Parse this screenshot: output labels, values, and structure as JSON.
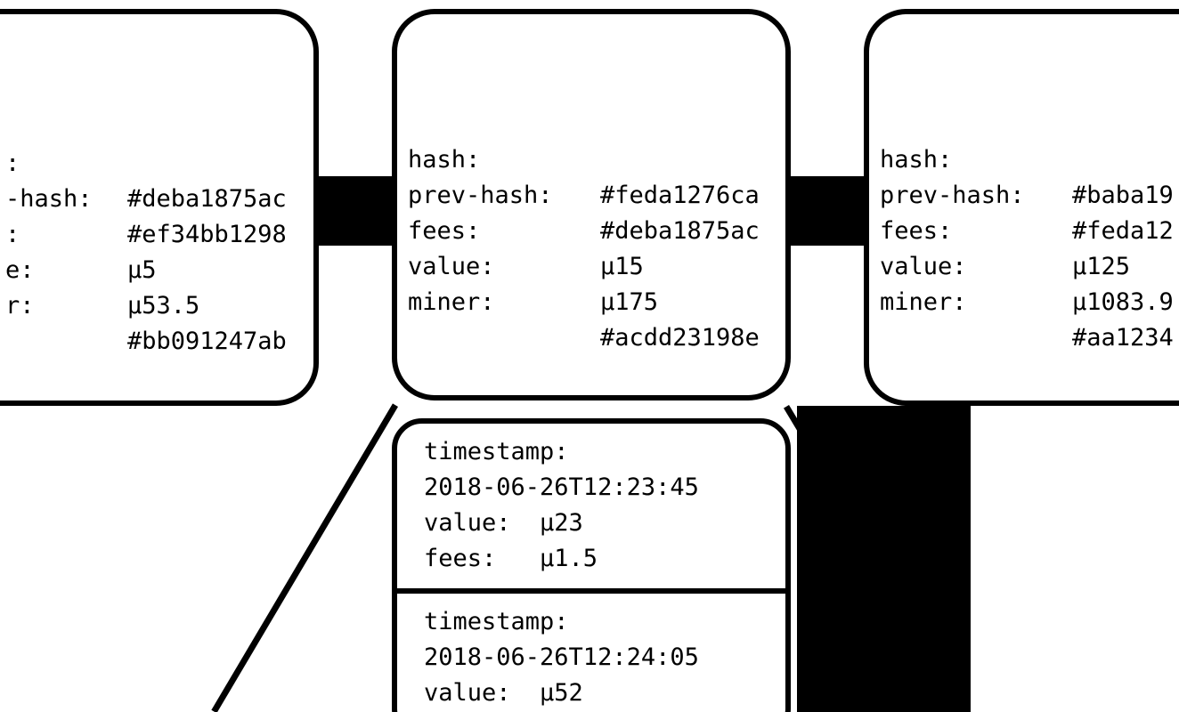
{
  "diagram": {
    "title": "blockchain-block-chain-with-transaction-list",
    "ink_color": "#000000",
    "paper_color": "#ffffff",
    "blocks": [
      {
        "name": "block-left-partial",
        "clipped": "left",
        "rows": [
          {
            "key": ":",
            "value": "#deba1875ac"
          },
          {
            "key": "-hash:",
            "value": "#ef34bb1298"
          },
          {
            "key": ":",
            "value": "µ5"
          },
          {
            "key": "e:",
            "value": "µ53.5"
          },
          {
            "key": "r:",
            "value": "#bb091247ab"
          }
        ]
      },
      {
        "name": "block-middle",
        "clipped": "none",
        "rows": [
          {
            "key": "hash:",
            "value": "#feda1276ca"
          },
          {
            "key": "prev-hash:",
            "value": "#deba1875ac"
          },
          {
            "key": "fees:",
            "value": "µ15"
          },
          {
            "key": "value:",
            "value": "µ175"
          },
          {
            "key": "miner:",
            "value": "#acdd23198e"
          }
        ]
      },
      {
        "name": "block-right-partial",
        "clipped": "right",
        "rows": [
          {
            "key": "hash:",
            "value": "#baba19"
          },
          {
            "key": "prev-hash:",
            "value": "#feda12"
          },
          {
            "key": "fees:",
            "value": "µ125"
          },
          {
            "key": "value:",
            "value": "µ1083.9"
          },
          {
            "key": "miner:",
            "value": "#aa1234"
          }
        ]
      }
    ],
    "transactions": [
      {
        "name": "transaction-entry-1",
        "lines": [
          "timestamp:",
          "2018-06-26T12:23:45",
          "value:  µ23",
          "fees:   µ1.5"
        ]
      },
      {
        "name": "transaction-entry-2",
        "lines": [
          "timestamp:",
          "2018-06-26T12:24:05",
          "value:  µ52"
        ]
      }
    ]
  }
}
